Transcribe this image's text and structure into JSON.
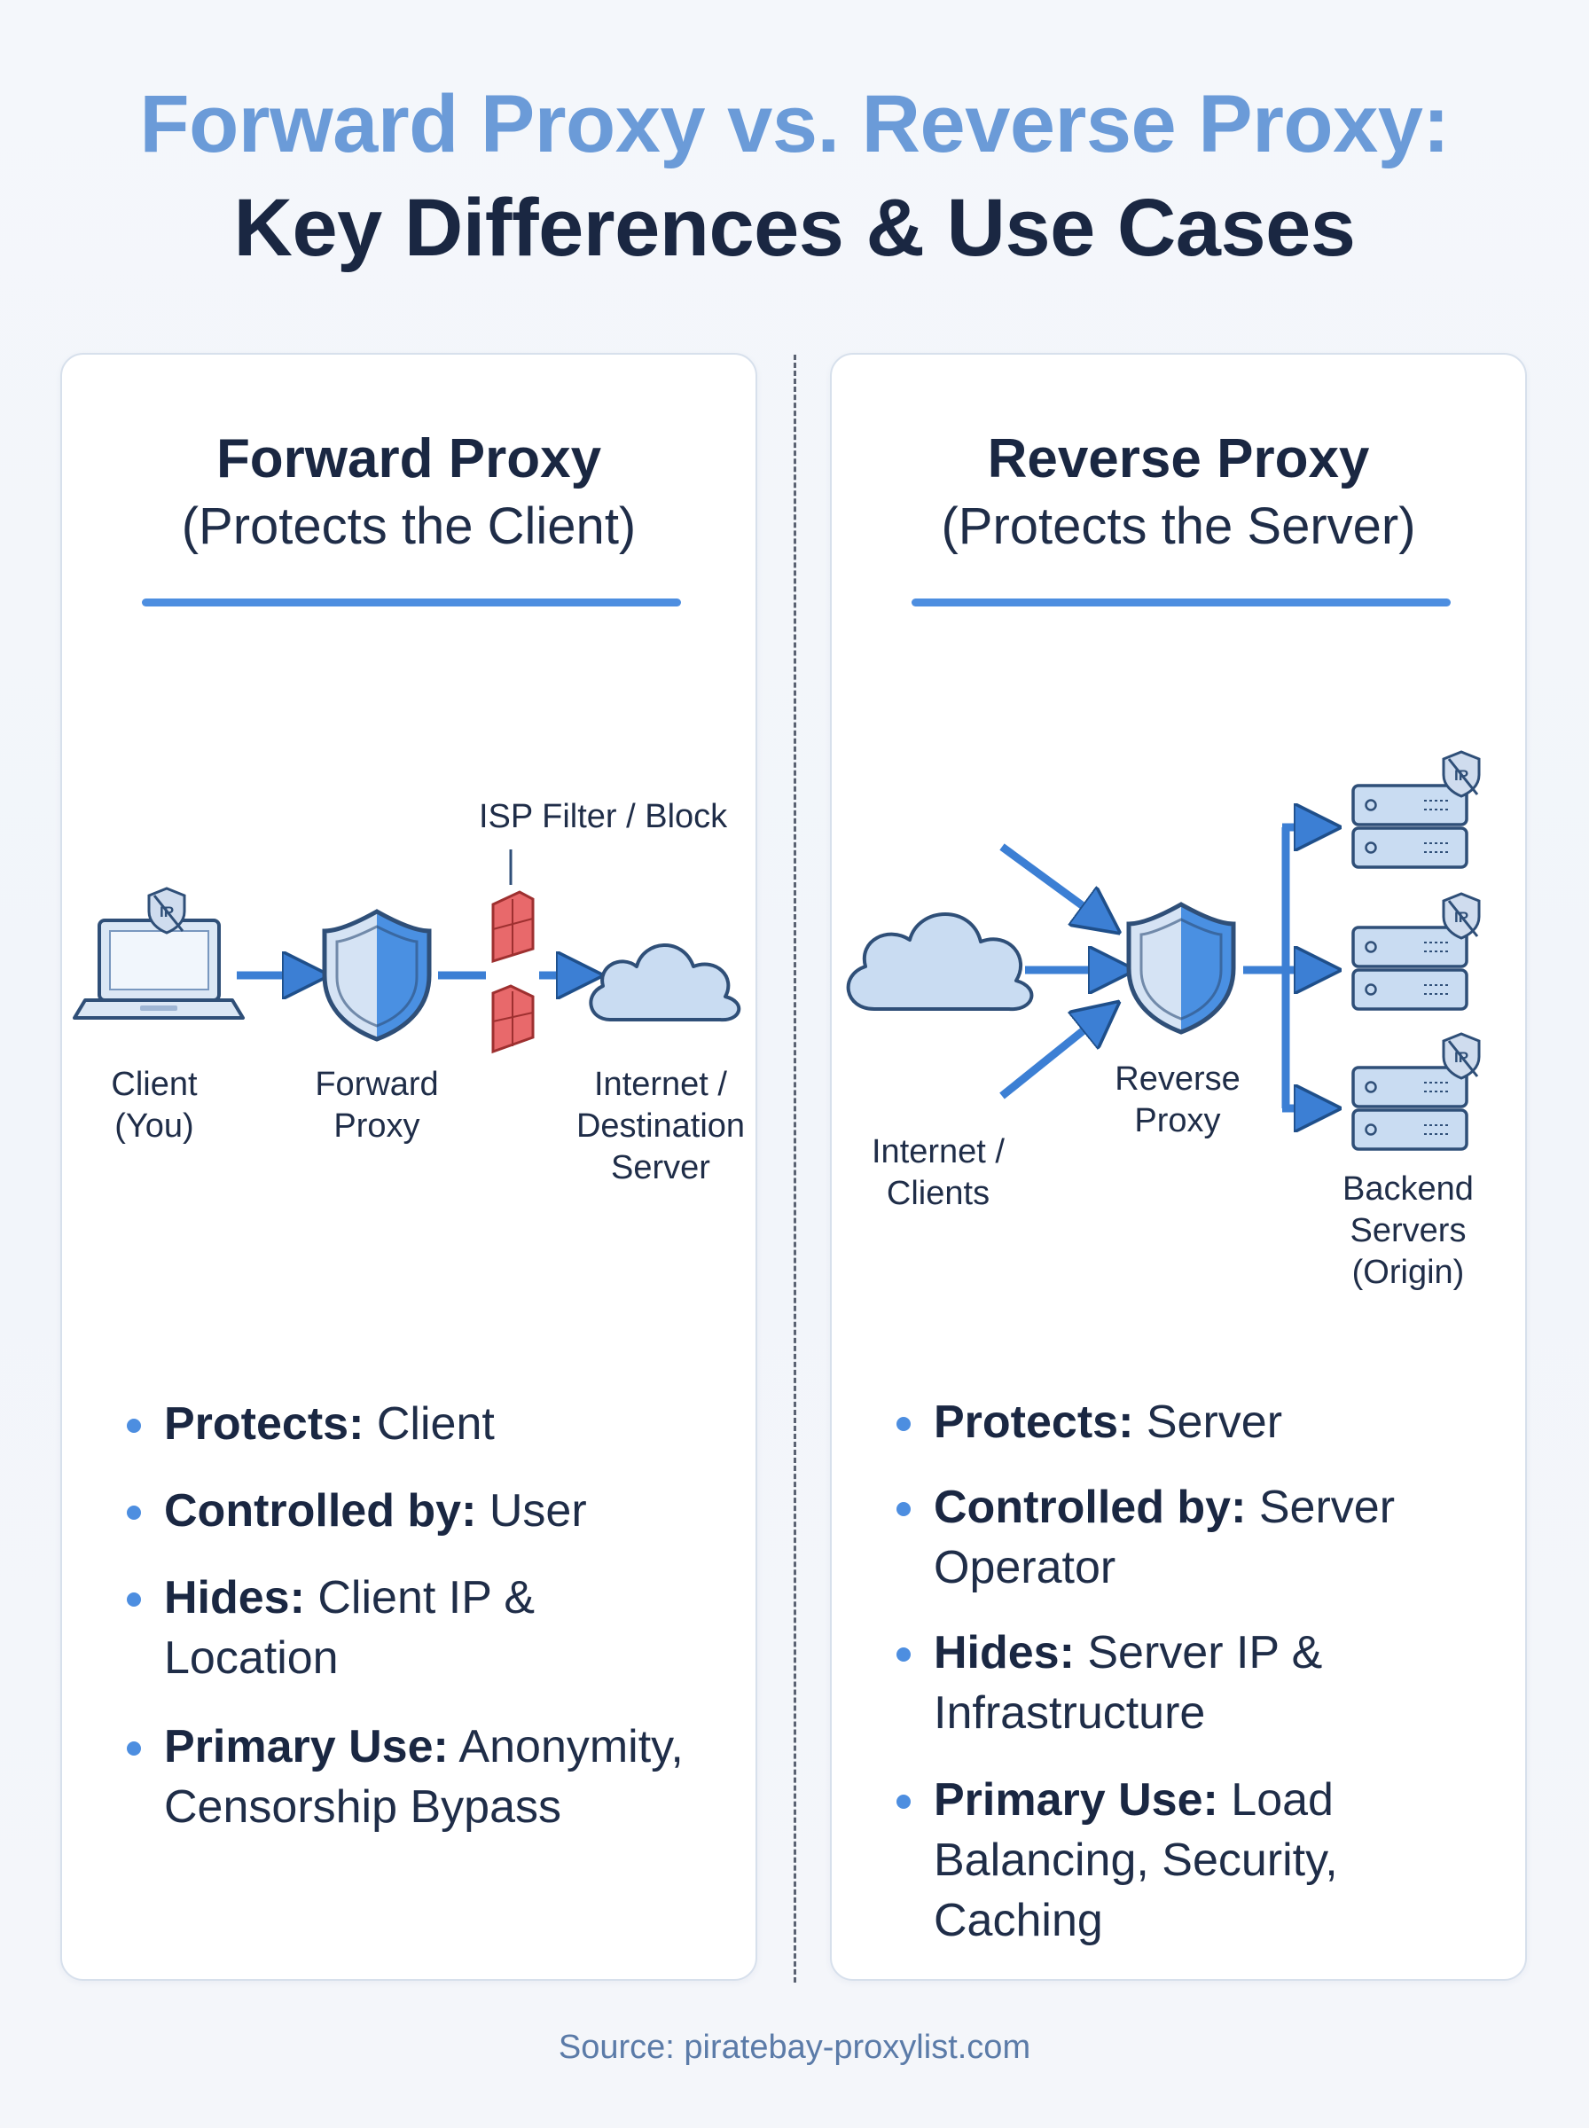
{
  "title": {
    "line1": "Forward Proxy vs. Reverse Proxy:",
    "line2": "Key Differences & Use Cases"
  },
  "colors": {
    "accent": "#4d8ee0",
    "title_accent": "#6b9bd8",
    "heading": "#1a2742",
    "block": "#e8696b",
    "icon_fill": "#c9dcf2"
  },
  "forward": {
    "title": "Forward Proxy",
    "subtitle": "(Protects the Client)",
    "block_label": "ISP Filter / Block",
    "labels": {
      "client": "Client\n(You)",
      "proxy": "Forward\nProxy",
      "destination": "Internet /\nDestination\nServer"
    },
    "icons": [
      "laptop-icon",
      "ip-hidden-icon",
      "shield-icon",
      "brick-wall-icon",
      "cloud-icon"
    ],
    "bullets": [
      {
        "key": "Protects:",
        "value": "Client"
      },
      {
        "key": "Controlled by:",
        "value": "User"
      },
      {
        "key": "Hides:",
        "value": "Client IP & Location"
      },
      {
        "key": "Primary Use:",
        "value": "Anonymity, Censorship Bypass"
      }
    ]
  },
  "reverse": {
    "title": "Reverse Proxy",
    "subtitle": "(Protects the Server)",
    "labels": {
      "clients": "Internet /\nClients",
      "proxy": "Reverse\nProxy",
      "backend": "Backend\nServers\n(Origin)"
    },
    "icons": [
      "cloud-icon",
      "shield-icon",
      "server-icon",
      "ip-hidden-icon"
    ],
    "bullets": [
      {
        "key": "Protects:",
        "value": "Server"
      },
      {
        "key": "Controlled by:",
        "value": "Server Operator"
      },
      {
        "key": "Hides:",
        "value": "Server IP & Infrastructure"
      },
      {
        "key": "Primary Use:",
        "value": "Load Balancing, Security, Caching"
      }
    ]
  },
  "source": "Source: piratebay-proxylist.com"
}
